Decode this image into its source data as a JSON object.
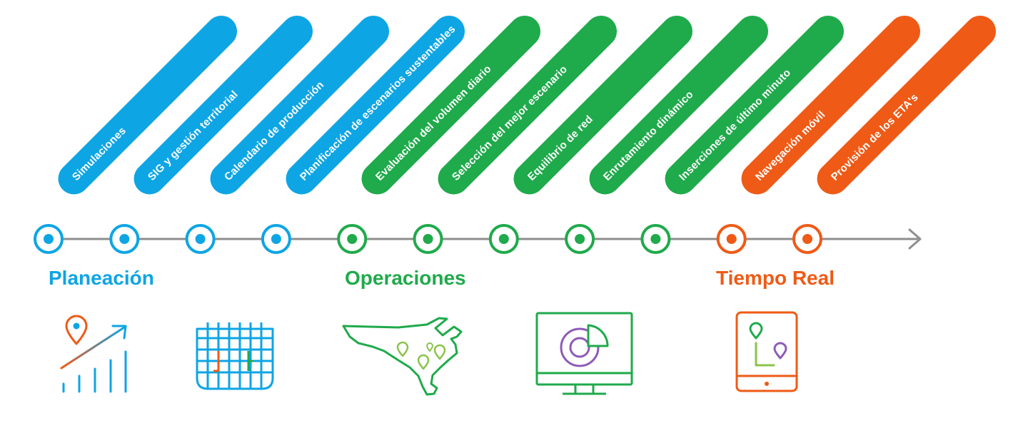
{
  "colors": {
    "blue": "#0ea5e4",
    "green": "#1faa4b",
    "orange": "#ef5a16",
    "line": "#8e8e8e",
    "purple": "#8e5bb5"
  },
  "stages": [
    {
      "label": "Simulaciones",
      "phase": "blue"
    },
    {
      "label": "SIG y gestión territorial",
      "phase": "blue"
    },
    {
      "label": "Calendario de producción",
      "phase": "blue"
    },
    {
      "label": "Planificación de escenarios sustentables",
      "phase": "blue"
    },
    {
      "label": "Evaluación del volumen diario",
      "phase": "green"
    },
    {
      "label": "Selección del mejor escenario",
      "phase": "green"
    },
    {
      "label": "Equilibrio de red",
      "phase": "green"
    },
    {
      "label": "Enrutamiento dinámico",
      "phase": "green"
    },
    {
      "label": "Inserciones de último minuto",
      "phase": "green"
    },
    {
      "label": "Navegación móvil",
      "phase": "orange"
    },
    {
      "label": "Provisión de los ETA's",
      "phase": "orange"
    }
  ],
  "phases": {
    "planeacion": "Planeación",
    "operaciones": "Operaciones",
    "tiempo_real": "Tiempo Real"
  },
  "icons": [
    "growth-chart-pin-icon",
    "calendar-icon",
    "map-pins-icon",
    "monitor-pie-chart-icon",
    "tablet-route-icon"
  ]
}
